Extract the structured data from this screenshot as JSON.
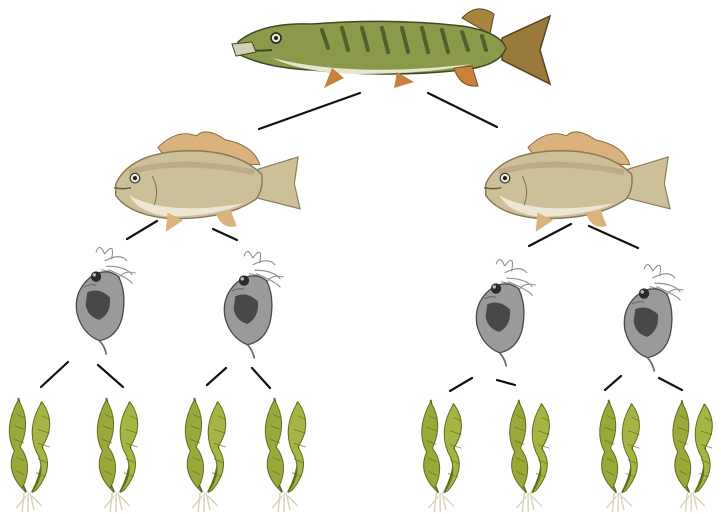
{
  "diagram": {
    "type": "food-web-tree",
    "levels": [
      "pike",
      "drum-fish",
      "water-flea",
      "aquatic-plant"
    ],
    "colors": {
      "line": "#111111",
      "pike_body": "#8a9a4a",
      "pike_belly": "#e8e6cf",
      "pike_dark": "#3f4a24",
      "pike_fin": "#c9803a",
      "drum_body": "#cdbf98",
      "drum_back": "#b8a27f",
      "drum_fin": "#d9b27e",
      "daphnia_body": "#9a9a9a",
      "daphnia_dark": "#3a3a3a",
      "plant": "#9aa83a",
      "plant_dark": "#5f6d1e",
      "root": "#d8d2b4"
    }
  }
}
